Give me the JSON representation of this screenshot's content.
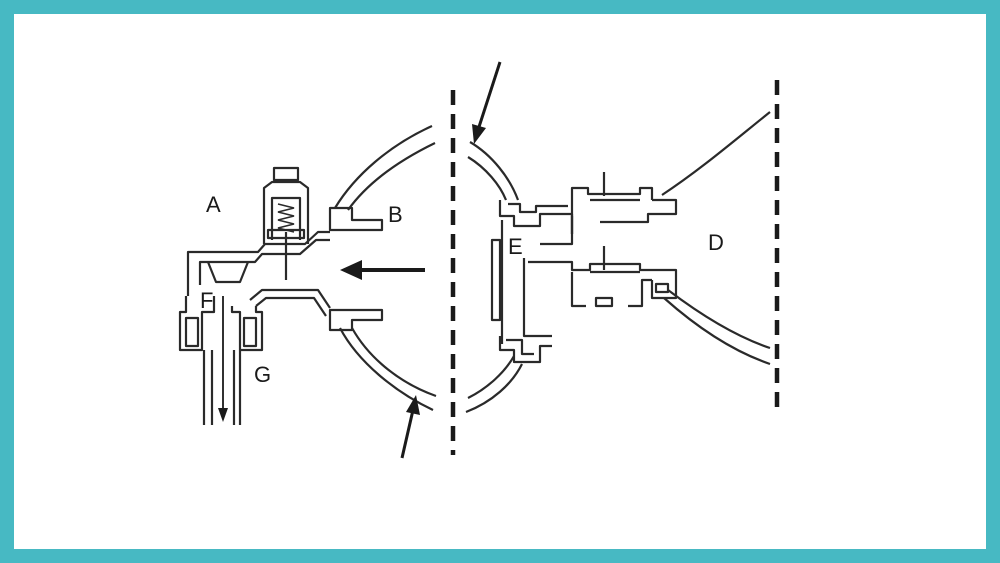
{
  "background_color": "#47b9c3",
  "panel_color": "#ffffff",
  "line_color": "#2a2a2a",
  "labels": {
    "a": "A",
    "b": "B",
    "d": "D",
    "e": "E",
    "f": "F",
    "g": "G"
  }
}
